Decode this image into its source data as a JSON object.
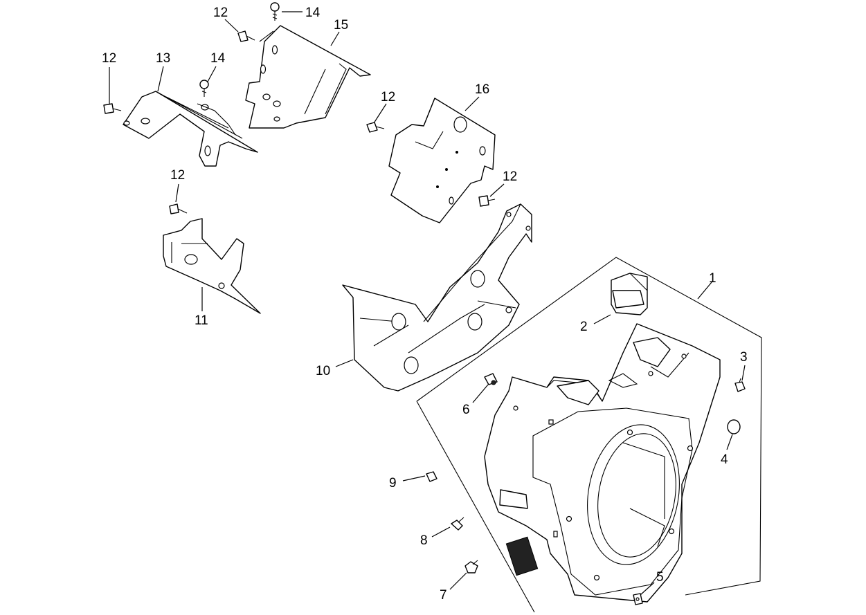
{
  "callouts": [
    {
      "id": "1",
      "label": "1"
    },
    {
      "id": "2",
      "label": "2"
    },
    {
      "id": "3",
      "label": "3"
    },
    {
      "id": "4",
      "label": "4"
    },
    {
      "id": "5",
      "label": "5"
    },
    {
      "id": "6",
      "label": "6"
    },
    {
      "id": "7",
      "label": "7"
    },
    {
      "id": "8",
      "label": "8"
    },
    {
      "id": "9",
      "label": "9"
    },
    {
      "id": "10",
      "label": "10"
    },
    {
      "id": "11",
      "label": "11"
    },
    {
      "id": "12a",
      "label": "12"
    },
    {
      "id": "12b",
      "label": "12"
    },
    {
      "id": "12c",
      "label": "12"
    },
    {
      "id": "12d",
      "label": "12"
    },
    {
      "id": "12e",
      "label": "12"
    },
    {
      "id": "13",
      "label": "13"
    },
    {
      "id": "14a",
      "label": "14"
    },
    {
      "id": "14b",
      "label": "14"
    },
    {
      "id": "15",
      "label": "15"
    },
    {
      "id": "16",
      "label": "16"
    }
  ]
}
